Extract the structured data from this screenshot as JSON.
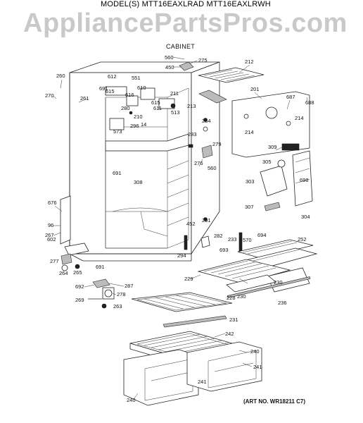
{
  "header": {
    "title": "MODEL(S) MTT16EAXLRAD  MTT16EAXLRWH",
    "watermark": "AppliancePartsPros.com",
    "section": "CABINET"
  },
  "footer": {
    "art_no": "(ART NO. WR18211 C7)"
  },
  "part_labels": [
    "560",
    "275",
    "450",
    "212",
    "612",
    "551",
    "691",
    "615",
    "610",
    "260",
    "270",
    "261",
    "211",
    "201",
    "687",
    "688",
    "213",
    "616",
    "615",
    "611",
    "284",
    "214",
    "214",
    "280",
    "210",
    "513",
    "14",
    "573",
    "296",
    "283",
    "279",
    "309",
    "276",
    "560",
    "305",
    "691",
    "308",
    "303",
    "698",
    "676",
    "307",
    "304",
    "96",
    "267",
    "291",
    "452",
    "282",
    "602",
    "233",
    "570",
    "694",
    "252",
    "277",
    "264",
    "265",
    "691",
    "693",
    "294",
    "229",
    "230",
    "236",
    "692",
    "287",
    "278",
    "269",
    "263",
    "228",
    "230",
    "231",
    "242",
    "240",
    "241",
    "241",
    "240"
  ]
}
